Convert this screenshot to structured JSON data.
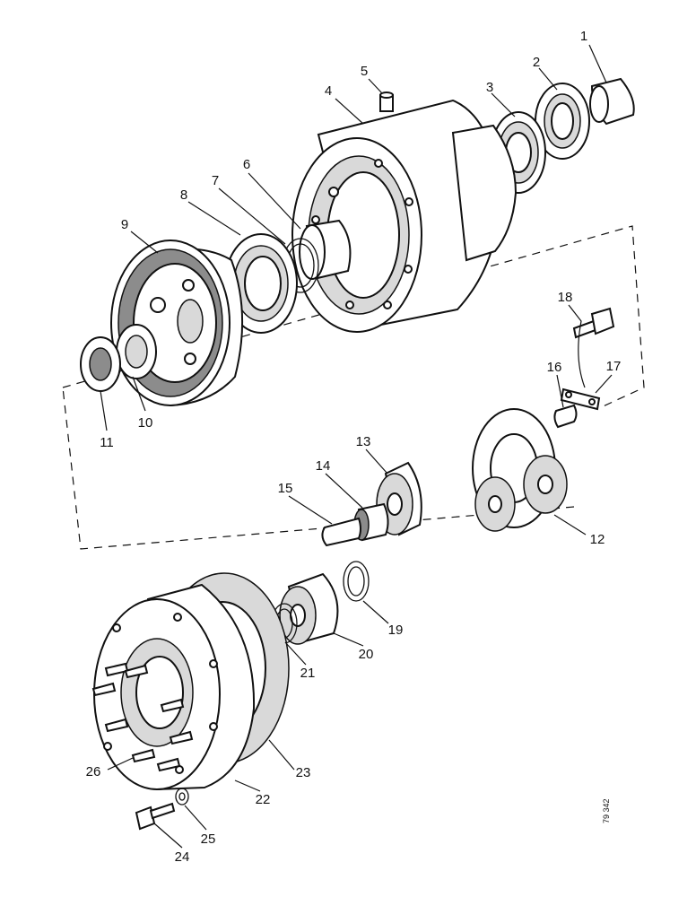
{
  "diagram": {
    "figure_ref": "79 342",
    "callouts": [
      "1",
      "2",
      "3",
      "4",
      "5",
      "6",
      "7",
      "8",
      "9",
      "10",
      "11",
      "12",
      "13",
      "14",
      "15",
      "16",
      "17",
      "18",
      "19",
      "20",
      "21",
      "22",
      "23",
      "24",
      "25",
      "26"
    ]
  }
}
